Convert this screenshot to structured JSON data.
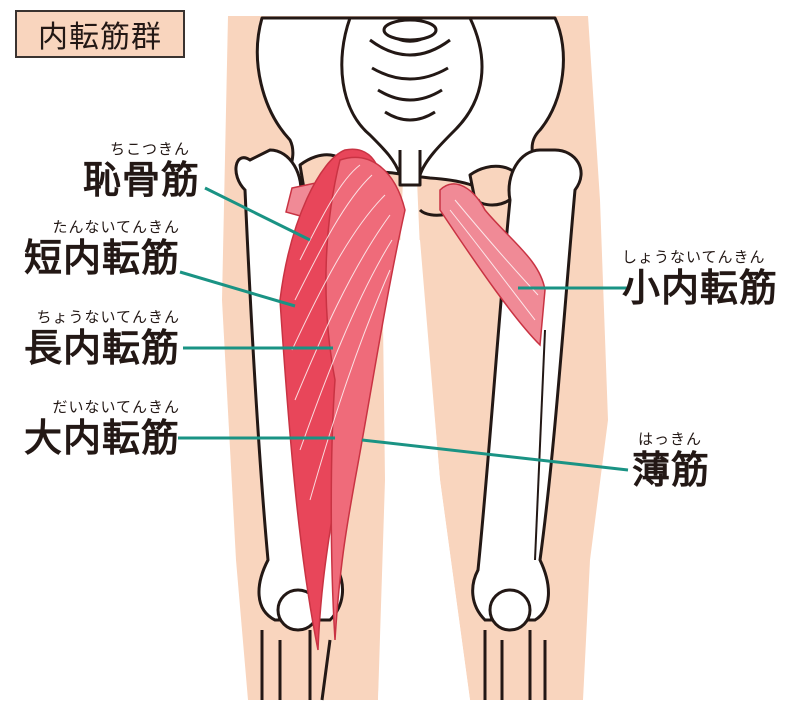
{
  "title": "内転筋群",
  "colors": {
    "skin": "#f9d5be",
    "bone_fill": "#ffffff",
    "bone_outline": "#231815",
    "muscle": "#e8465a",
    "muscle_light": "#f4a3ad",
    "leader_line": "#1a9384",
    "title_bg": "#f9d5be"
  },
  "labels": [
    {
      "id": "pectineus",
      "ruby": "ちこつきん",
      "name": "恥骨筋",
      "side": "left"
    },
    {
      "id": "adductor-brevis",
      "ruby": "たんないてんきん",
      "name": "短内転筋",
      "side": "left"
    },
    {
      "id": "adductor-longus",
      "ruby": "ちょうないてんきん",
      "name": "長内転筋",
      "side": "left"
    },
    {
      "id": "adductor-magnus",
      "ruby": "だいないてんきん",
      "name": "大内転筋",
      "side": "left"
    },
    {
      "id": "adductor-minimus",
      "ruby": "しょうないてんきん",
      "name": "小内転筋",
      "side": "right"
    },
    {
      "id": "gracilis",
      "ruby": "はっきん",
      "name": "薄筋",
      "side": "right"
    }
  ]
}
